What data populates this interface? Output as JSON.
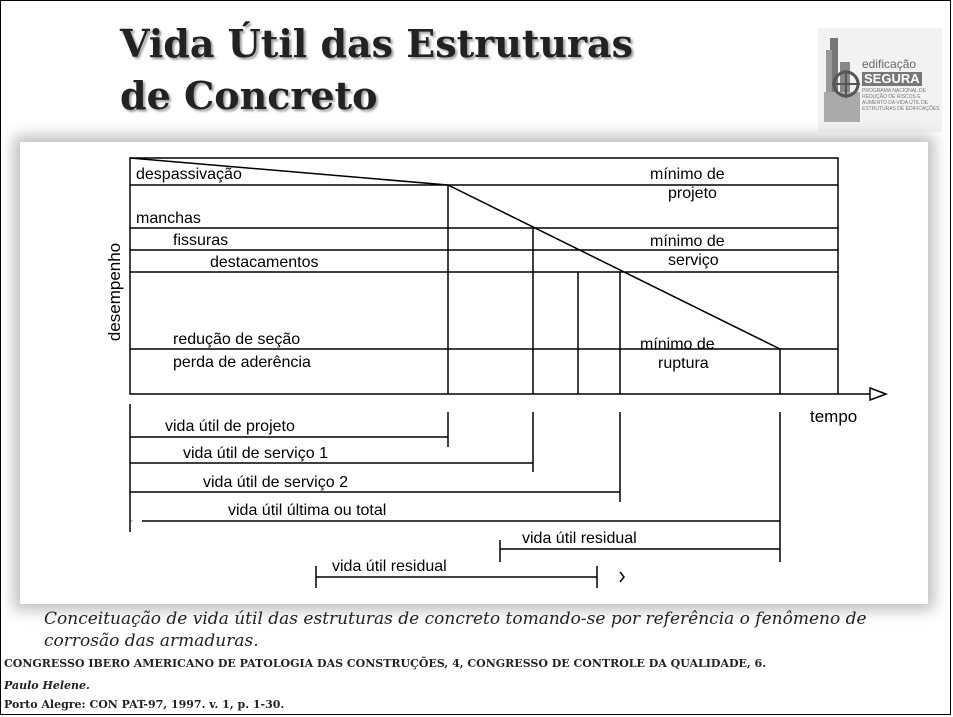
{
  "slide": {
    "title_line1": "Vida Útil das Estruturas",
    "title_line2": "de Concreto"
  },
  "logo": {
    "line1": "edificação",
    "line2": "SEGURA",
    "line3": "PROGRAMA NACIONAL DE REDUÇÃO DE RISCOS E AUMENTO DA VIDA ÚTIL DE ESTRUTURAS DE EDIFICAÇÕES"
  },
  "diagram": {
    "axis_y": "desempenho",
    "axis_x": "tempo",
    "phenomena": [
      "despassivação",
      "manchas",
      "fissuras",
      "destacamentos",
      "redução de seção",
      "perda de aderência"
    ],
    "thresholds": [
      "mínimo de projeto",
      "mínimo de serviço",
      "mínimo de ruptura"
    ],
    "lifespans": [
      "vida útil de projeto",
      "vida útil de serviço 1",
      "vida útil de serviço 2",
      "vida útil última ou total",
      "vida útil residual",
      "vida útil residual"
    ]
  },
  "caption": "Conceituação de vida útil das estruturas de concreto tomando-se por referência o fenômeno de corrosão das armaduras.",
  "reference": {
    "line1": "CONGRESSO IBERO AMERICANO DE PATOLOGIA DAS CONSTRUÇÕES, 4, CONGRESSO DE CONTROLE DA QUALIDADE, 6.",
    "line2": "Paulo Helene.",
    "line3": "Porto Alegre: CON PAT-97, 1997. v. 1, p. 1-30."
  }
}
